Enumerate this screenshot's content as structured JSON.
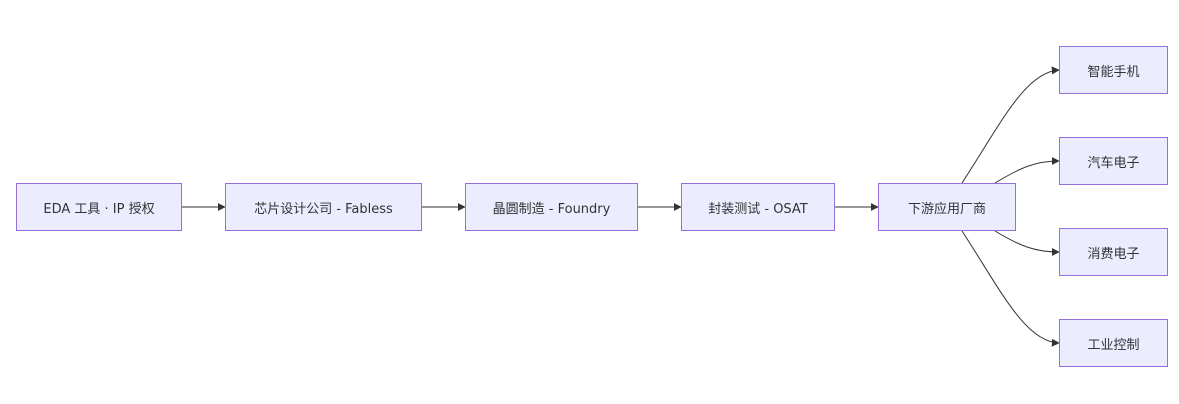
{
  "theme": {
    "node_fill": "#ececff",
    "node_stroke": "#9370db",
    "edge_color": "#333333",
    "text_color": "#333333"
  },
  "nodes": {
    "eda": "EDA 工具 · IP 授权",
    "fabless": "芯片设计公司 - Fabless",
    "foundry": "晶圆制造 - Foundry",
    "osat": "封装测试 - OSAT",
    "downstream": "下游应用厂商",
    "smartphone": "智能手机",
    "auto": "汽车电子",
    "consumer": "消费电子",
    "industrial": "工业控制"
  },
  "edges": [
    {
      "from": "eda",
      "to": "fabless"
    },
    {
      "from": "fabless",
      "to": "foundry"
    },
    {
      "from": "foundry",
      "to": "osat"
    },
    {
      "from": "osat",
      "to": "downstream"
    },
    {
      "from": "downstream",
      "to": "smartphone"
    },
    {
      "from": "downstream",
      "to": "auto"
    },
    {
      "from": "downstream",
      "to": "consumer"
    },
    {
      "from": "downstream",
      "to": "industrial"
    }
  ]
}
